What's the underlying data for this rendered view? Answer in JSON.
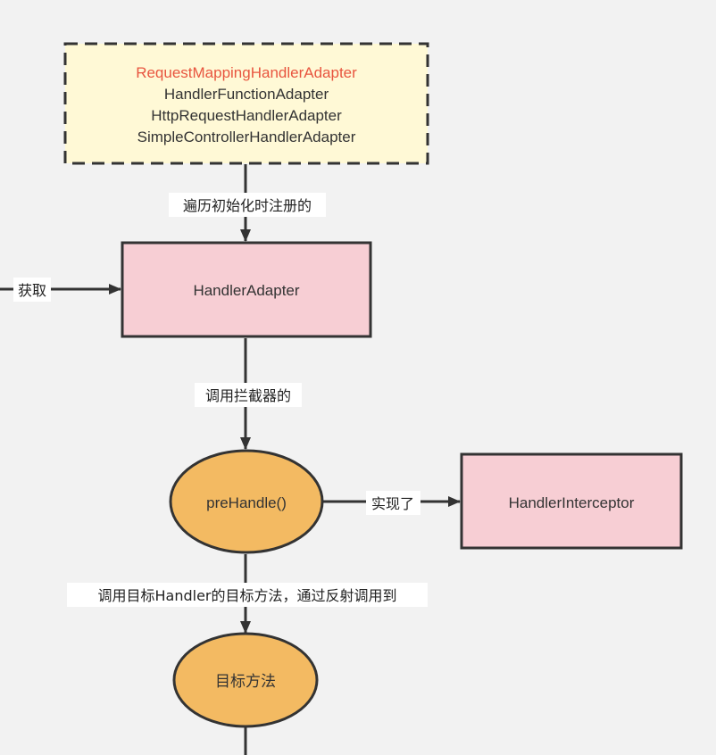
{
  "colors": {
    "background": "#f2f2f2",
    "stroke": "#333333",
    "yellow_box_fill": "#fff9d6",
    "pink_box_fill": "#f7ced4",
    "ellipse_fill": "#f3ba62",
    "highlight_text": "#e8553f",
    "label_bg": "#ffffff"
  },
  "nodes": {
    "adapters_list": {
      "lines": [
        "RequestMappingHandlerAdapter",
        "HandlerFunctionAdapter",
        "HttpRequestHandlerAdapter",
        "SimpleControllerHandlerAdapter"
      ],
      "highlighted_line": 0
    },
    "handler_adapter": {
      "label": "HandlerAdapter"
    },
    "pre_handle": {
      "label": "preHandle()"
    },
    "handler_interceptor": {
      "label": "HandlerInterceptor"
    },
    "target_method": {
      "label": "目标方法"
    }
  },
  "edges": {
    "adapters_to_handler_adapter": {
      "label": "遍历初始化时注册的"
    },
    "get_to_handler_adapter": {
      "label": "获取"
    },
    "handler_adapter_to_pre_handle": {
      "label": "调用拦截器的"
    },
    "pre_handle_to_interceptor": {
      "label": "实现了"
    },
    "pre_handle_to_target_method": {
      "label": "调用目标Handler的目标方法，通过反射调用到"
    }
  }
}
